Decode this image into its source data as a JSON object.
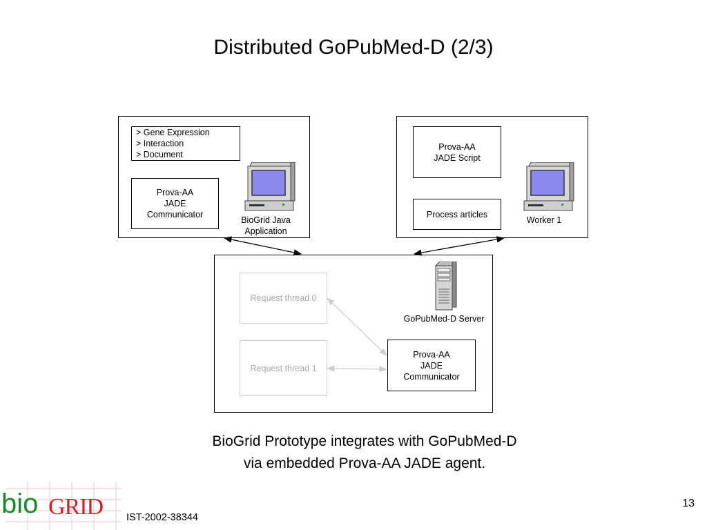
{
  "title": "Distributed GoPubMed-D (2/3)",
  "client": {
    "menu": [
      "> Gene Expression",
      "> Interaction",
      "> Document"
    ],
    "communicator": [
      "Prova-AA",
      "JADE",
      "Communicator"
    ],
    "computer_label": [
      "BioGrid Java",
      "Application"
    ]
  },
  "worker": {
    "script": [
      "Prova-AA",
      "JADE Script"
    ],
    "process": "Process articles",
    "computer_label": "Worker 1"
  },
  "server": {
    "label": "GoPubMed-D Server",
    "thread0": "Request thread 0",
    "thread1": "Request thread 1",
    "communicator": [
      "Prova-AA",
      "JADE",
      "Communicator"
    ]
  },
  "summary": [
    "BioGrid Prototype integrates with GoPubMed-D",
    "via embedded Prova-AA JADE agent."
  ],
  "footer": {
    "logo_text_bio": "bio",
    "logo_text_grid": "GRID",
    "grant": "IST-2002-38344",
    "page_number": "13"
  },
  "colors": {
    "logo_green": "#1a8a2a",
    "logo_red": "#d2202a",
    "screen": "#8a8af0",
    "dim_arrow": "#cfcfcf"
  }
}
